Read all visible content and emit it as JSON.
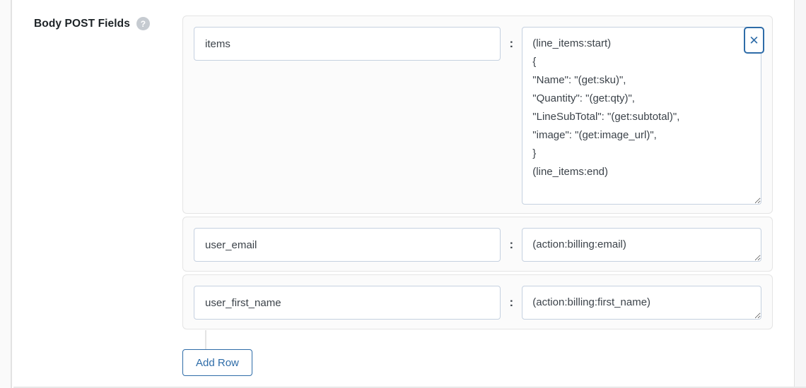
{
  "field": {
    "label": "Body POST Fields",
    "help_glyph": "?"
  },
  "rows": [
    {
      "key": "items",
      "separator": ":",
      "value": "(line_items:start)\n{\n\"Name\": \"(get:sku)\",\n\"Quantity\": \"(get:qty)\",\n\"LineSubTotal\": \"(get:subtotal)\",\n\"image\": \"(get:image_url)\",\n}\n(line_items:end)"
    },
    {
      "key": "user_email",
      "separator": ":",
      "value": "(action:billing:email)"
    },
    {
      "key": "user_first_name",
      "separator": ":",
      "value": "(action:billing:first_name)"
    }
  ],
  "actions": {
    "add_row_label": "Add Row",
    "remove_row_glyph": "✕"
  },
  "colors": {
    "accent_blue": "#2e6ca8",
    "input_border": "#c5d1e0",
    "row_border": "#e4e4e4",
    "row_background": "#fbfbfb",
    "text": "#3c434a"
  }
}
